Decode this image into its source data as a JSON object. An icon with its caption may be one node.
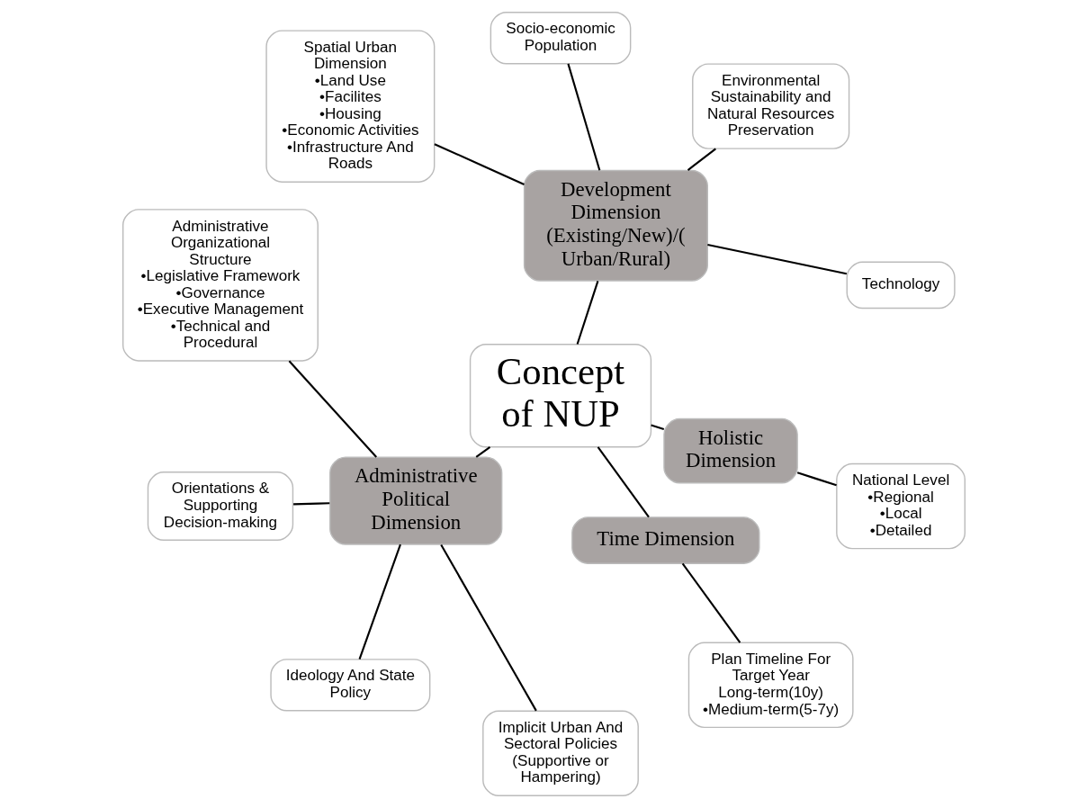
{
  "diagram": {
    "nodes": [
      {
        "text": [
          "Concept of NUP"
        ]
      },
      {
        "text": [
          "Development Dimension (Existing/New)/( Urban/Rural)"
        ]
      },
      {
        "text": [
          "Technology"
        ]
      },
      {
        "text": [
          "Environmental Sustainability and Natural Resources Preservation"
        ]
      },
      {
        "text": [
          "Socio-economic Population"
        ]
      },
      {
        "text": [
          "Spatial Urban Dimension",
          "•Land Use",
          "•Facilites",
          "•Housing",
          "•Economic Activities",
          "•Infrastructure And Roads"
        ]
      },
      {
        "text": [
          "Administrative Political Dimension"
        ]
      },
      {
        "text": [
          "Administrative Organizational Structure",
          "•Legislative Framework",
          "•Governance",
          "•Executive Management",
          "•Technical and Procedural"
        ]
      },
      {
        "text": [
          "Orientations & Supporting Decision-making"
        ]
      },
      {
        "text": [
          "Ideology And State Policy"
        ]
      },
      {
        "text": [
          "Implicit Urban And Sectoral Policies (Supportive or Hampering)"
        ]
      },
      {
        "text": [
          "Time Dimension"
        ]
      },
      {
        "text": [
          "Plan Timeline For Target Year",
          "Long-term(10y)",
          "•Medium-term(5-7y)"
        ]
      },
      {
        "text": [
          "Holistic Dimension"
        ]
      },
      {
        "text": [
          "National Level",
          "•Regional",
          "•Local",
          "•Detailed"
        ]
      }
    ],
    "edges": [
      {
        "from": 0,
        "to": 1,
        "arrow": "none"
      },
      {
        "from": 1,
        "to": 2,
        "arrow": "none"
      },
      {
        "from": 1,
        "to": 3,
        "arrow": "none"
      },
      {
        "from": 1,
        "to": 4,
        "arrow": "none"
      },
      {
        "from": 1,
        "to": 5,
        "arrow": "none"
      },
      {
        "from": 0,
        "to": 6,
        "arrow": "none"
      },
      {
        "from": 6,
        "to": 7,
        "arrow": "none"
      },
      {
        "from": 6,
        "to": 8,
        "arrow": "none"
      },
      {
        "from": 6,
        "to": 9,
        "arrow": "none"
      },
      {
        "from": 6,
        "to": 10,
        "arrow": "none"
      },
      {
        "from": 0,
        "to": 11,
        "arrow": "none"
      },
      {
        "from": 11,
        "to": 12,
        "arrow": "none"
      },
      {
        "from": 0,
        "to": 13,
        "arrow": "none"
      },
      {
        "from": 13,
        "to": 14,
        "arrow": "none"
      }
    ]
  }
}
